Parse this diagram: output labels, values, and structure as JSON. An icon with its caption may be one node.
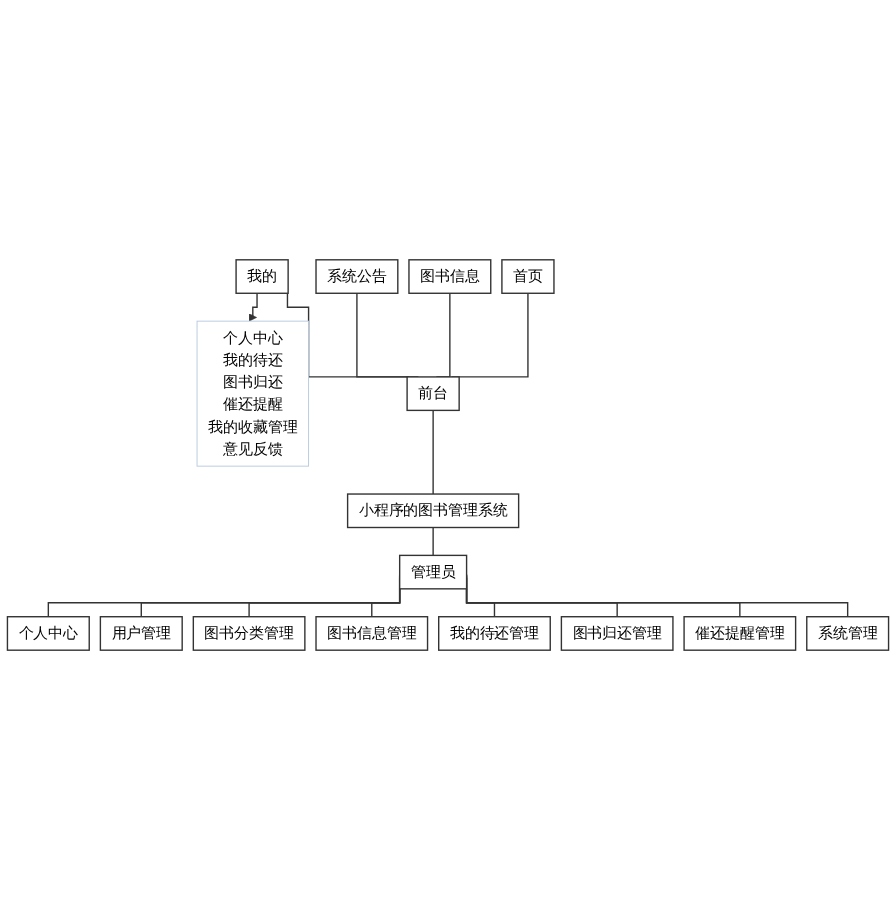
{
  "diagram": {
    "nodes": [
      {
        "text": [
          "首页"
        ]
      },
      {
        "text": [
          "图书信息"
        ]
      },
      {
        "text": [
          "系统公告"
        ]
      },
      {
        "text": [
          "我的"
        ]
      },
      {
        "text": [
          "个人中心",
          "我的待还",
          "图书归还",
          "催还提醒",
          "我的收藏管理",
          "意见反馈"
        ]
      },
      {
        "text": [
          "前台"
        ]
      },
      {
        "text": [
          "小程序的图书管理系统"
        ]
      },
      {
        "text": [
          "管理员"
        ]
      },
      {
        "text": [
          "个人中心"
        ]
      },
      {
        "text": [
          "用户管理"
        ]
      },
      {
        "text": [
          "图书分类管理"
        ]
      },
      {
        "text": [
          "图书信息管理"
        ]
      },
      {
        "text": [
          "我的待还管理"
        ]
      },
      {
        "text": [
          "图书归还管理"
        ]
      },
      {
        "text": [
          "催还提醒管理"
        ]
      },
      {
        "text": [
          "系统管理"
        ]
      }
    ],
    "edges": [
      {
        "from": 0,
        "to": 5,
        "arrow": "none"
      },
      {
        "from": 1,
        "to": 5,
        "arrow": "none"
      },
      {
        "from": 2,
        "to": 5,
        "arrow": "none"
      },
      {
        "from": 3,
        "to": 5,
        "arrow": "none"
      },
      {
        "from": 3,
        "to": 4,
        "arrow": "to"
      },
      {
        "from": 5,
        "to": 6,
        "arrow": "none"
      },
      {
        "from": 6,
        "to": 7,
        "arrow": "none"
      },
      {
        "from": 7,
        "to": 8,
        "arrow": "none"
      },
      {
        "from": 7,
        "to": 9,
        "arrow": "none"
      },
      {
        "from": 7,
        "to": 10,
        "arrow": "none"
      },
      {
        "from": 7,
        "to": 11,
        "arrow": "none"
      },
      {
        "from": 7,
        "to": 12,
        "arrow": "none"
      },
      {
        "from": 7,
        "to": 13,
        "arrow": "none"
      },
      {
        "from": 7,
        "to": 14,
        "arrow": "none"
      },
      {
        "from": 7,
        "to": 15,
        "arrow": "none"
      }
    ]
  }
}
